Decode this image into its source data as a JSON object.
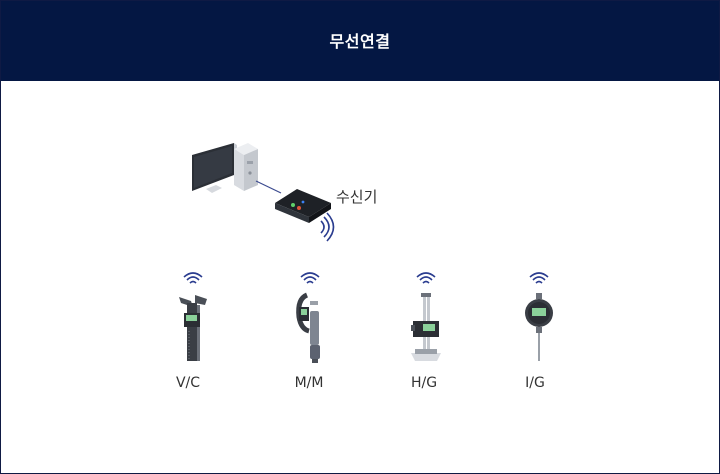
{
  "header": {
    "title": "무선연결"
  },
  "receiver": {
    "label": "수신기"
  },
  "devices": [
    {
      "label": "V/C",
      "icon": "vernier-caliper-icon"
    },
    {
      "label": "M/M",
      "icon": "micrometer-icon"
    },
    {
      "label": "H/G",
      "icon": "height-gauge-icon"
    },
    {
      "label": "I/G",
      "icon": "indicator-gauge-icon"
    }
  ],
  "colors": {
    "header_bg": "#041743",
    "wifi": "#2a3c8f",
    "title_text": "#ffffff"
  }
}
